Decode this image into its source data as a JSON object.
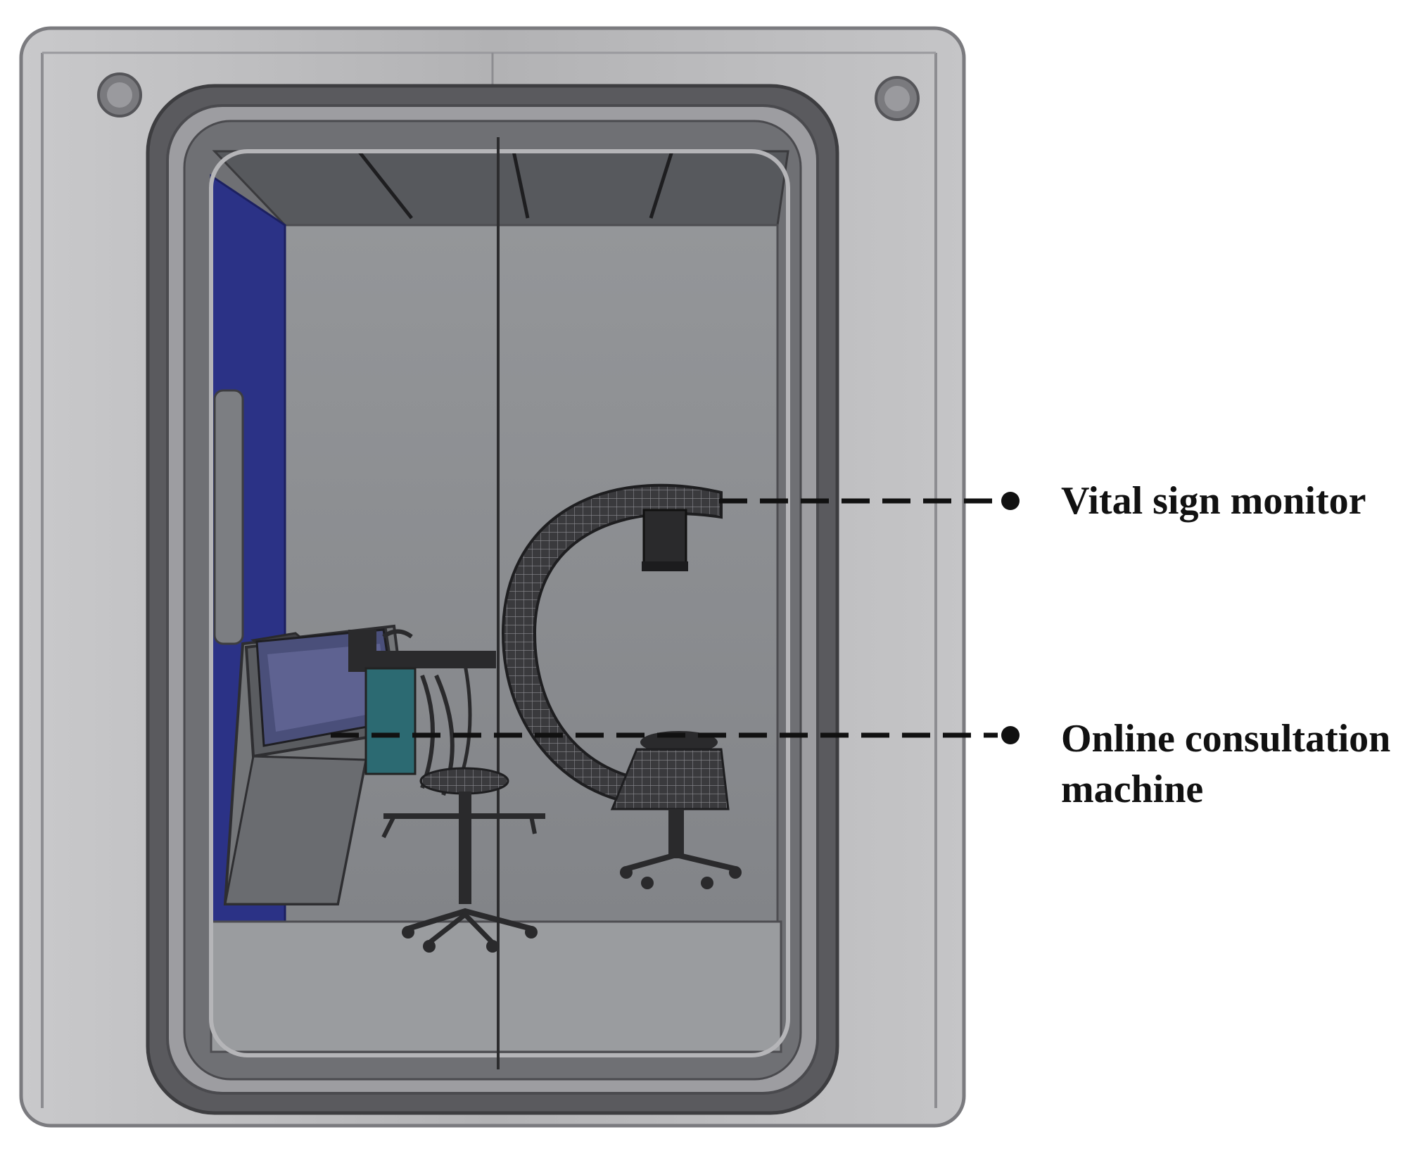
{
  "labels": {
    "vital_sign_monitor": "Vital sign monitor",
    "online_consultation_line1": "Online consultation",
    "online_consultation_line2": "machine"
  },
  "colors": {
    "booth_shell": "#a9a9ab",
    "booth_frame": "#5e5e62",
    "interior_wall": "#8a8c90",
    "side_panel_blue": "#2b3286",
    "equipment_dark": "#2a2a2c",
    "leader_line": "#111111"
  }
}
